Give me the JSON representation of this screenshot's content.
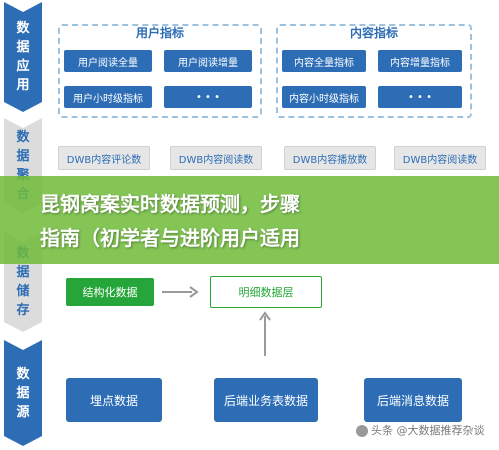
{
  "side_labels": {
    "app": "数据应用",
    "agg": "数据聚合",
    "store": "数据储存",
    "source": "数据源"
  },
  "panels": {
    "user": {
      "title": "用户指标",
      "items": [
        "用户阅读全量",
        "用户阅读增量",
        "用户小时级指标",
        "• • •"
      ]
    },
    "content": {
      "title": "内容指标",
      "items": [
        "内容全量指标",
        "内容增量指标",
        "内容小时级指标",
        "• • •"
      ]
    }
  },
  "dwb_row": [
    "DWB内容评论数",
    "DWB内容阅读数",
    "DWB内容播放数",
    "DWB内容阅读数"
  ],
  "overlay_title": {
    "line1": "昆钢窝案实时数据预测，步骤",
    "line2": "指南（初学者与进阶用户适用"
  },
  "storage": {
    "structured": "结构化数据",
    "detail": "明细数据层"
  },
  "sources": [
    "埋点数据",
    "后端业务表数据",
    "后端消息数据"
  ],
  "watermark": "头条 @大数据推荐杂谈",
  "colors": {
    "primary_blue": "#2d6db5",
    "green": "#26a63a",
    "overlay_green": "#70bc3a",
    "dashed_border": "#9cc2df"
  }
}
